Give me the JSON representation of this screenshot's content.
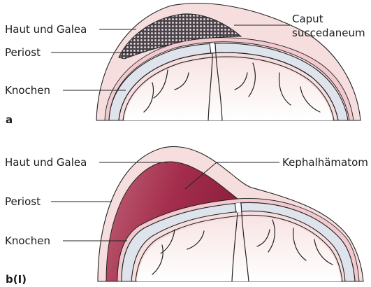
{
  "panels": [
    {
      "id": "a",
      "letter": "a",
      "labels": {
        "skin": "Haut und Galea",
        "periosteum": "Periost",
        "bone": "Knochen",
        "lesion_line1": "Caput",
        "lesion_line2": "succedaneum"
      }
    },
    {
      "id": "b",
      "letter": "b(I)",
      "labels": {
        "skin": "Haut und Galea",
        "periosteum": "Periost",
        "bone": "Knochen",
        "lesion": "Kephalhämatom"
      }
    }
  ],
  "colors": {
    "skin": "#f6dede",
    "bone": "#dfe4ec",
    "brain_top": "#f8e4e4",
    "hematoma": "#a8324f",
    "outline": "#222222"
  }
}
